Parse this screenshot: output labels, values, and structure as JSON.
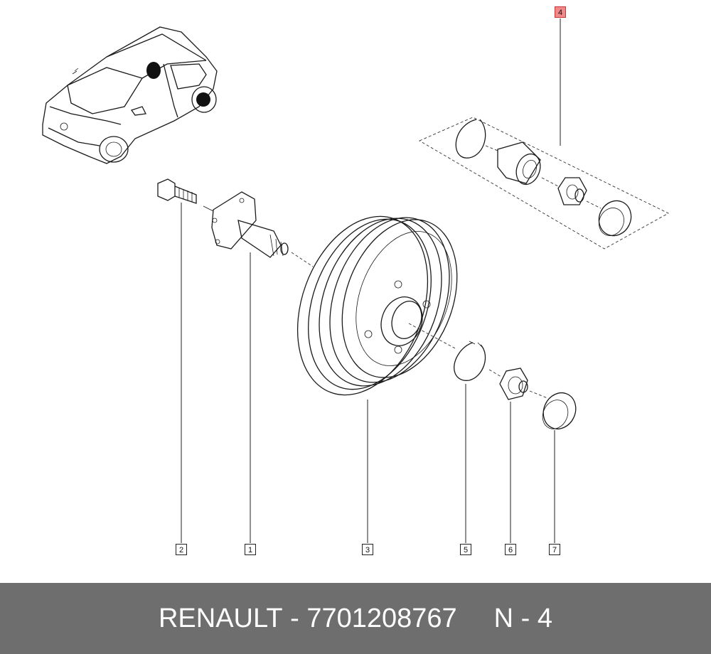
{
  "callouts": [
    "1",
    "2",
    "3",
    "4",
    "5",
    "6",
    "7"
  ],
  "footer": {
    "brand": "RENAULT",
    "separator": " - ",
    "part_number": "7701208767",
    "ref_label": "N - 4"
  },
  "colors": {
    "footer_bg": "#6e6e6e",
    "highlight": "#f08a8a",
    "line": "#1a1a1a"
  }
}
